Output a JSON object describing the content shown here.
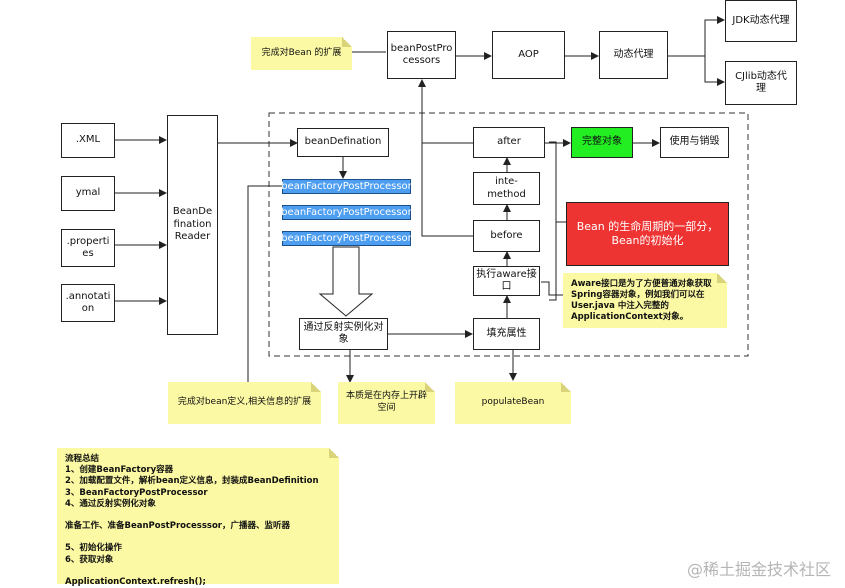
{
  "nodes": {
    "xml": ".XML",
    "ymal": "ymal",
    "properties": ".properti\nes",
    "annotation": ".annotati\non",
    "reader": "BeanDe\nfination\nReader",
    "bean_defination": "beanDefination",
    "bfpp1": "beanFactoryPostProcessor",
    "bfpp2": "beanFactoryPostProcessor",
    "bfpp3": "beanFactoryPostProcessor",
    "instantiate": "通过反射实例化对\n象",
    "populate": "填充属性",
    "aware": "执行aware接\n口",
    "before": "before",
    "init_method": "inte-method",
    "after": "after",
    "complete_object": "完整对象",
    "use_destroy": "使用与销毁",
    "bean_post_processors": "beanPostPro\ncessors",
    "aop": "AOP",
    "dynamic_proxy": "动态代理",
    "jdk_proxy": "JDK动态代理",
    "cglib_proxy": "CJlib动态代\n理",
    "lifecycle_note": "Bean 的生命周期的一部分，\nBean的初始化"
  },
  "notes": {
    "bean_extension": "完成对Bean 的扩展",
    "bean_def_extension": "完成对bean定义,相关信息的扩展",
    "memory": "本质是在内存上开辟\n空间",
    "populate_bean": "populateBean",
    "aware": [
      "Aware接口是为了方便普通对象获取",
      "Spring容器对象，例如我们可以在",
      "User.java 中注入完整的",
      "ApplicationContext对象。"
    ]
  },
  "summary": [
    "流程总结",
    "1、创建BeanFactory容器",
    "2、加载配置文件，解析bean定义信息，封装成BeanDefinition",
    "3、BeanFactoryPostProcessor",
    "4、通过反射实例化对象",
    "",
    "准备工作、准备BeanPostProcesssor，广播器、监听器",
    "",
    "5、初始化操作",
    "6、获取对象",
    "",
    "ApplicationContext.refresh();"
  ],
  "watermark": "@稀土掘金技术社区",
  "colors": {
    "bfpp_fill": "#4d9ef0",
    "complete_fill": "#22ee22",
    "lifecycle_fill": "#ee3333",
    "note_fill": "#fbf9a3"
  }
}
